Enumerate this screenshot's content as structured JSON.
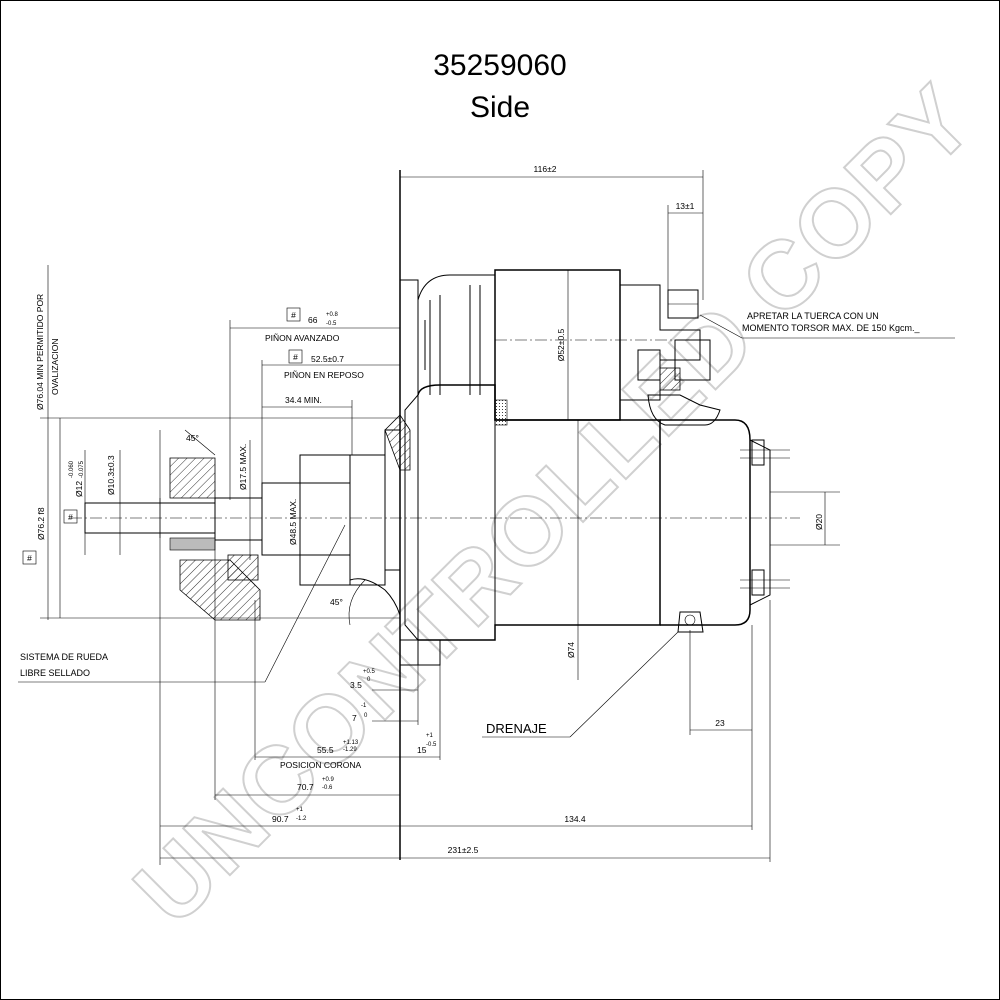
{
  "title": {
    "part_number": "35259060",
    "view": "Side"
  },
  "watermark": "UNCONTROLLED COPY",
  "notes": {
    "nut_torque_line1": "APRETAR LA TUERCA CON UN",
    "nut_torque_line2": "MOMENTO TORSOR MAX. DE 150 Kgcm._",
    "freewheel_line1": "SISTEMA DE RUEDA",
    "freewheel_line2": "LIBRE SELLADO",
    "drain": "DRENAJE",
    "pinion_advanced": "PIÑON AVANZADO",
    "pinion_rest": "PIÑON EN REPOSO",
    "crown_position": "POSICION CORONA",
    "ovalization_line1": "Ø76.04 MIN PERMITIDO POR",
    "ovalization_line2": "OVALIZACION"
  },
  "dimensions": {
    "overall_length": "231±2.5",
    "body_length": "134.4",
    "flange_to_nose": "90.7",
    "flange_to_nose_tol_plus": "+1",
    "flange_to_nose_tol_minus": "-1.2",
    "d_70_7": "70.7",
    "d_70_7_tol_plus": "+0.9",
    "d_70_7_tol_minus": "-0.6",
    "d_55_5": "55.5",
    "d_55_5_tol_plus": "+1.13",
    "d_55_5_tol_minus": "-1.29",
    "d_15": "15",
    "d_15_tol_plus": "+1",
    "d_15_tol_minus": "-0.5",
    "d_7": "7",
    "d_7_tol_plus": "-1",
    "d_7_tol_minus": "0",
    "d_3_5": "3.5",
    "d_3_5_tol_plus": "+0.5",
    "d_3_5_tol_minus": "0",
    "d_23": "23",
    "solenoid_length": "116±2",
    "terminal_offset": "13±1",
    "pinion_adv": "66",
    "pinion_adv_tol_plus": "+0.8",
    "pinion_adv_tol_minus": "-0.5",
    "pinion_rest_val": "52.5±0.7",
    "d_34_4": "34.4 MIN.",
    "dia_flange": "Ø76.2 f8",
    "dia_shaft": "Ø12",
    "dia_shaft_tol_plus": "-0.060",
    "dia_shaft_tol_minus": "-0.075",
    "dia_10_3": "Ø10.3±0.3",
    "dia_17_5": "Ø17.5 MAX.",
    "dia_48_5": "Ø48.5 MAX.",
    "dia_52": "Ø52±0.5",
    "dia_74": "Ø74",
    "dia_20": "Ø20",
    "angle_45_top": "45°",
    "angle_45_bottom": "45°",
    "marker": "#"
  }
}
